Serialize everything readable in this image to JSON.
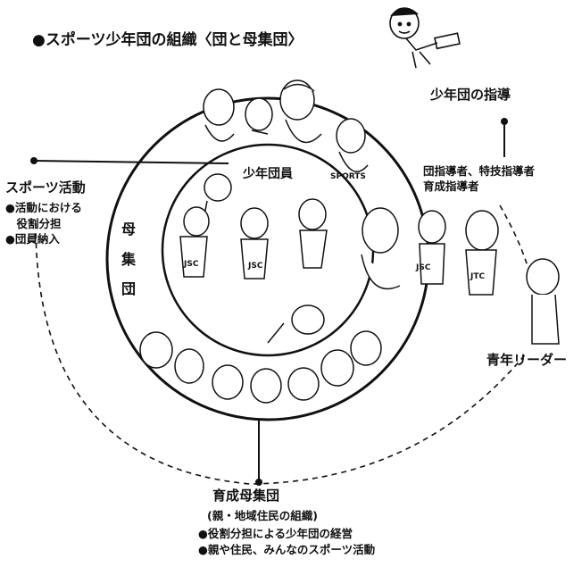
{
  "title": "●スポーツ少年団の組織〈団と母集団〉",
  "youth_guidance": {
    "title": "少年団の指導",
    "leaders_line1": "団指導者、特技指導者",
    "leaders_line2": "育成指導者"
  },
  "sports_activity": {
    "title": "スポーツ活動",
    "items": [
      "●活動における",
      "　役割分担",
      "●団員納入"
    ]
  },
  "core_label": "少年団員",
  "mother_group": "母集団",
  "youth_leader": "青年リーダー",
  "nurture_group": {
    "title": "育成母集団",
    "subtitle": "(親・地域住民の組織)",
    "items": [
      "●役割分担による少年団の経営",
      "●親や住民、みんなのスポーツ活動"
    ]
  },
  "shirt_labels": [
    "JSC",
    "JSC",
    "JSC",
    "SPORTS",
    "JTC"
  ]
}
